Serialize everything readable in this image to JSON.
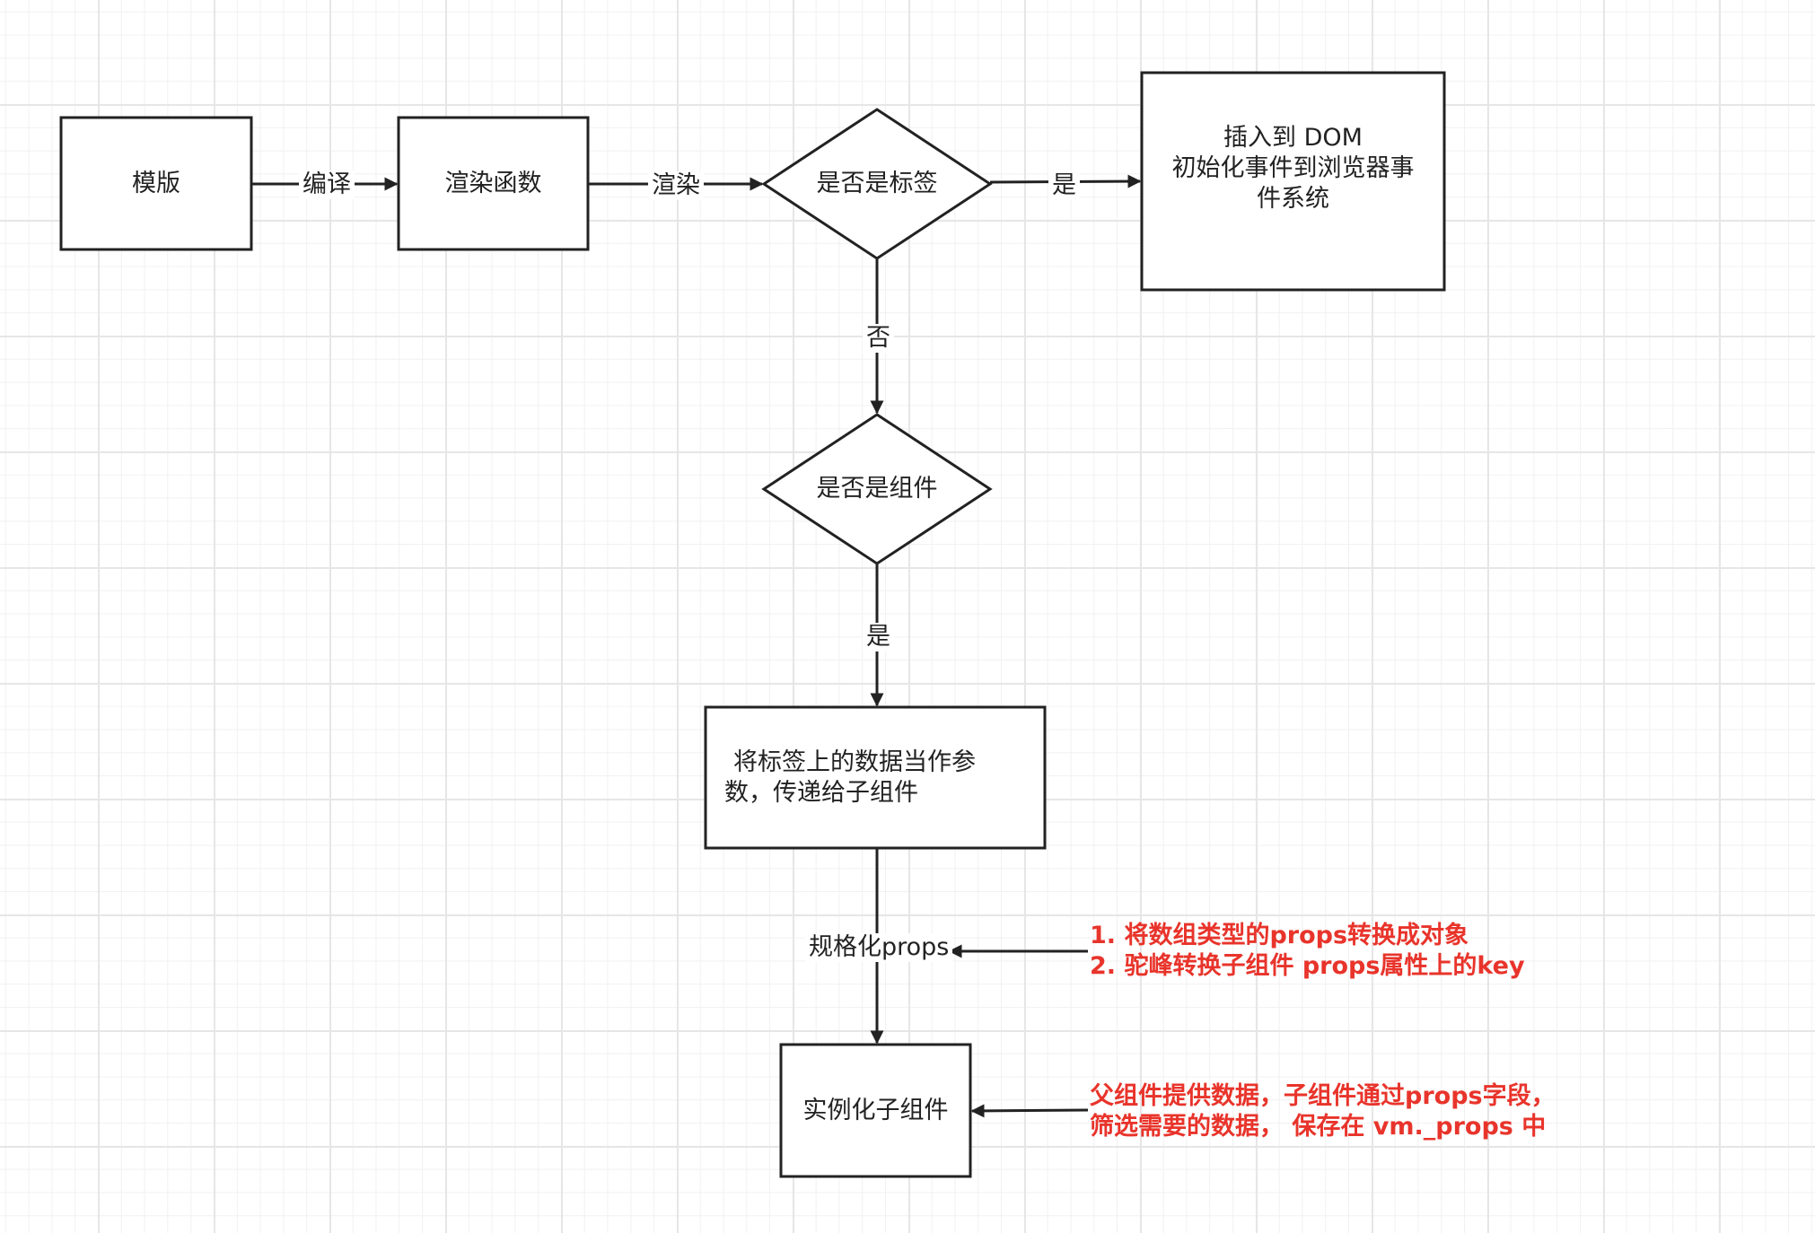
{
  "nodes": {
    "template": "模版",
    "render_function": "渲染函数",
    "is_tag": "是否是标签",
    "insert_dom": [
      "插入到 DOM",
      "初始化事件到浏览器事",
      "件系统"
    ],
    "is_component": "是否是组件",
    "tag_data_params": [
      "将标签上的数据当作参",
      "数，传递给子组件"
    ],
    "instantiate_child": "实例化子组件"
  },
  "edges": {
    "compile": "编译",
    "render": "渲染",
    "yes_tag": "是",
    "no_tag": "否",
    "yes_component": "是",
    "normalize_props": "规格化props"
  },
  "notes": {
    "normalize": [
      "1. 将数组类型的props转换成对象",
      "2. 驼峰转换子组件 props属性上的key"
    ],
    "instantiate": [
      "父组件提供数据，子组件通过props字段，",
      "筛选需要的数据，  保存在 vm._props 中"
    ]
  },
  "colors": {
    "stroke": "#222222",
    "note": "#e8342b",
    "grid": "#e6e6e6"
  }
}
